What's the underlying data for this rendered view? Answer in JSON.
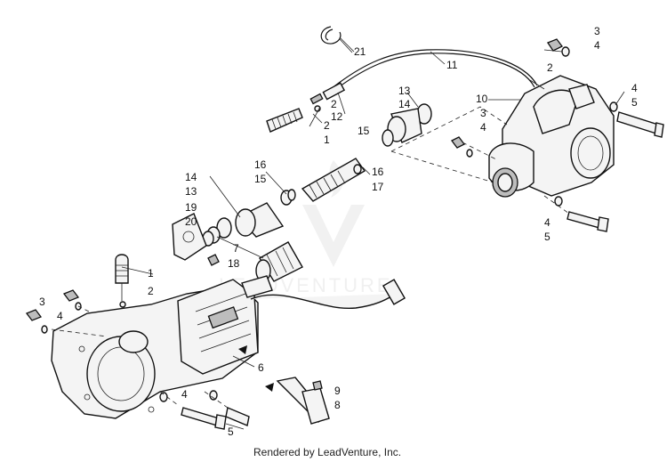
{
  "callouts": [
    {
      "label": "21"
    },
    {
      "label": "11"
    },
    {
      "label": "2"
    },
    {
      "label": "12"
    },
    {
      "label": "2"
    },
    {
      "label": "1"
    },
    {
      "label": "13"
    },
    {
      "label": "14"
    },
    {
      "label": "15"
    },
    {
      "label": "10"
    },
    {
      "label": "3"
    },
    {
      "label": "4"
    },
    {
      "label": "2"
    },
    {
      "label": "4"
    },
    {
      "label": "5"
    },
    {
      "label": "3"
    },
    {
      "label": "4"
    },
    {
      "label": "16"
    },
    {
      "label": "15"
    },
    {
      "label": "16"
    },
    {
      "label": "17"
    },
    {
      "label": "14"
    },
    {
      "label": "13"
    },
    {
      "label": "19"
    },
    {
      "label": "20"
    },
    {
      "label": "4"
    },
    {
      "label": "5"
    },
    {
      "label": "7"
    },
    {
      "label": "18"
    },
    {
      "label": "1"
    },
    {
      "label": "2"
    },
    {
      "label": "3"
    },
    {
      "label": "4"
    },
    {
      "label": "6"
    },
    {
      "label": "9"
    },
    {
      "label": "8"
    },
    {
      "label": "4"
    },
    {
      "label": "5"
    }
  ],
  "watermark": {
    "text": "LEADVENTURE"
  },
  "footer": {
    "credit": "Rendered by LeadVenture, Inc."
  }
}
